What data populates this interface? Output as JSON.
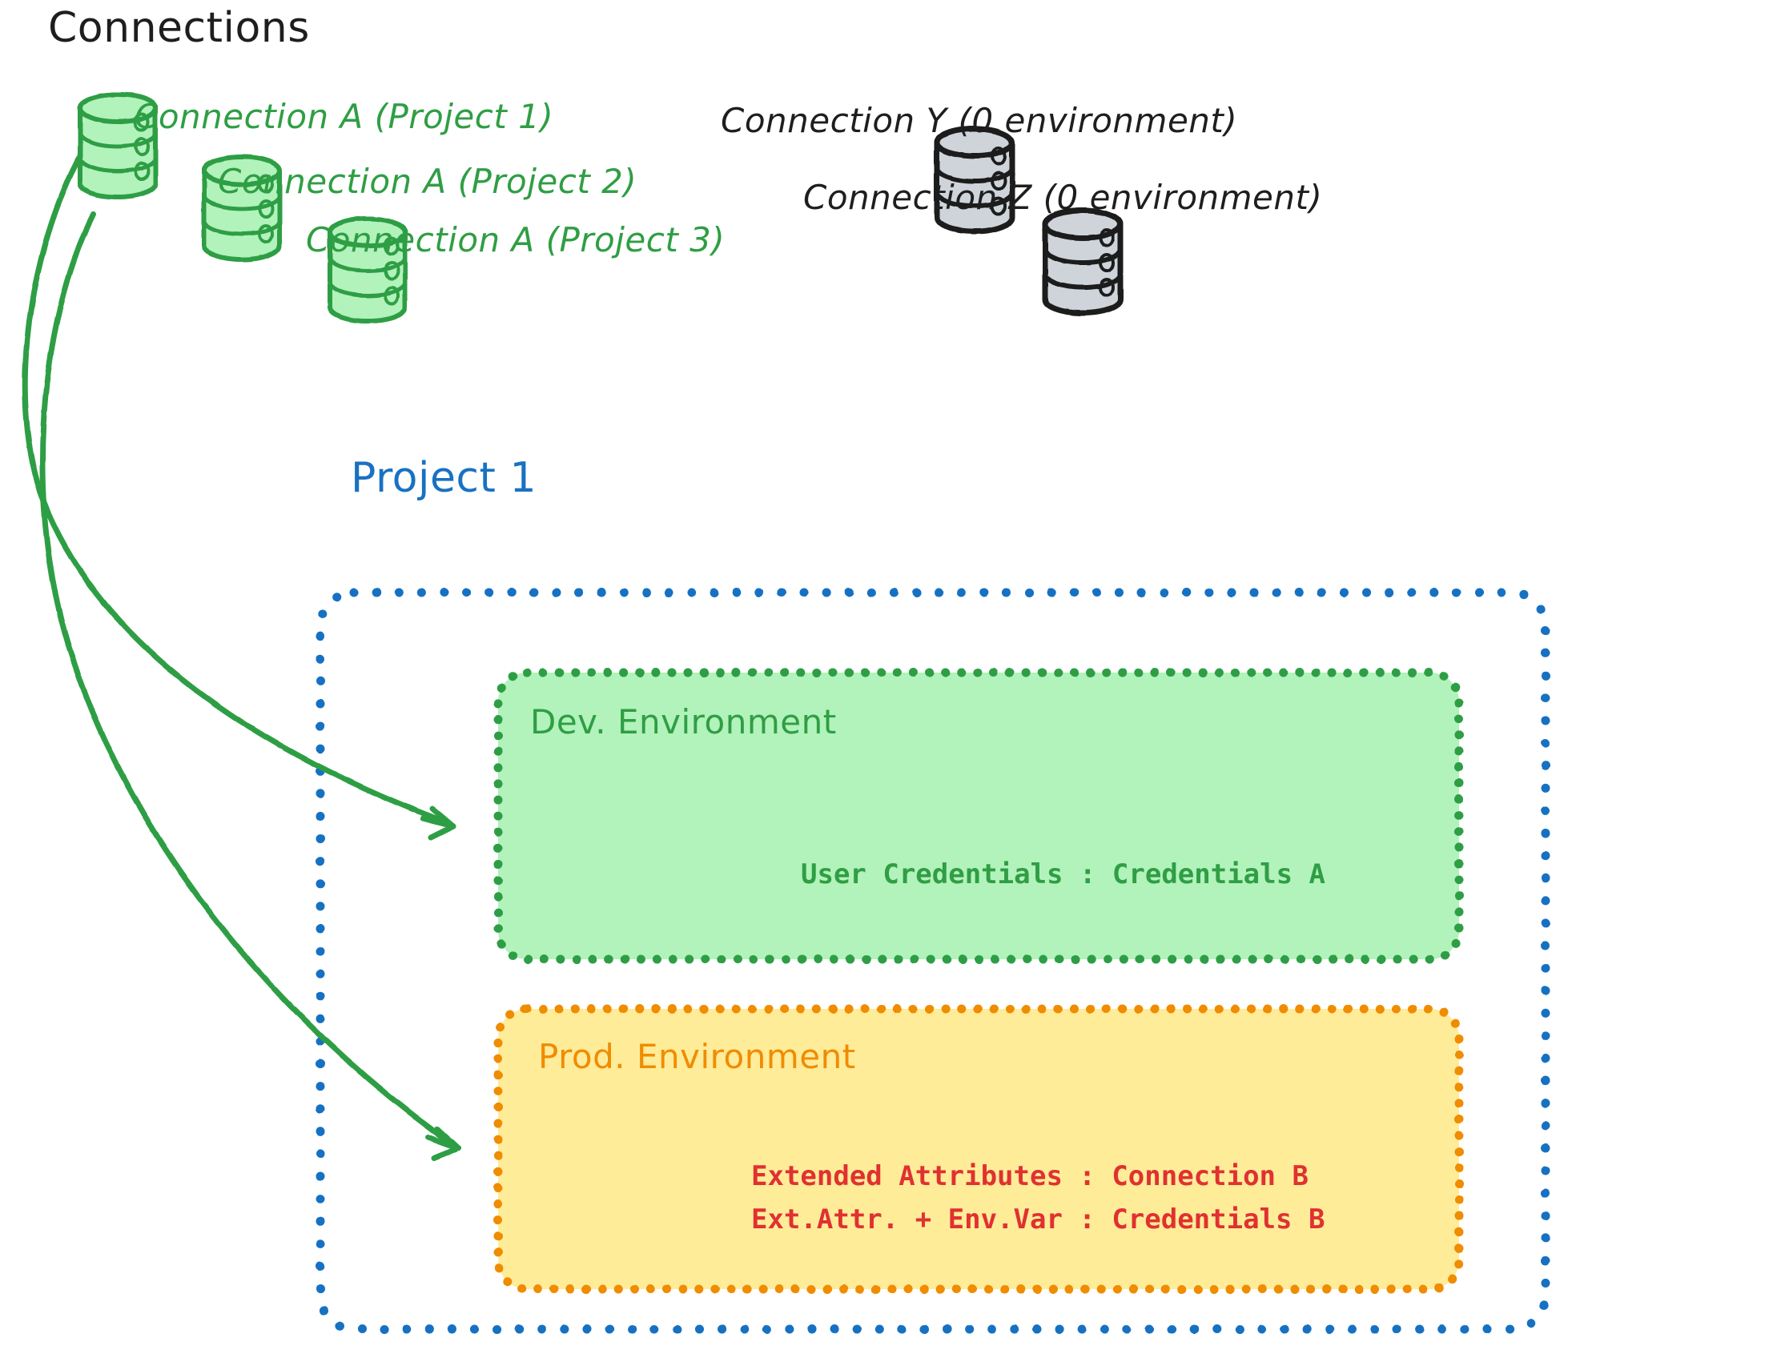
{
  "diagram": {
    "title": "Connections",
    "colors": {
      "ink": "#1e1e1e",
      "green": "#2f9e44",
      "green_fill": "#b2f2bb",
      "blue": "#1971c2",
      "orange": "#f08c00",
      "yellow_fill": "#ffec99",
      "red": "#e03131",
      "gray_fill": "#ced4da",
      "gray_stroke": "#1e1e1e",
      "background": "#ffffff"
    },
    "connections": [
      {
        "id": "a1",
        "label": "Connection A (Project 1)",
        "color": "green",
        "icon": "database-cylinder-icon"
      },
      {
        "id": "a2",
        "label": "Connection A (Project 2)",
        "color": "green",
        "icon": "database-cylinder-icon"
      },
      {
        "id": "a3",
        "label": "Connection A (Project 3)",
        "color": "green",
        "icon": "database-cylinder-icon"
      },
      {
        "id": "y",
        "label": "Connection Y (0 environment)",
        "color": "dark",
        "icon": "database-cylinder-icon"
      },
      {
        "id": "z",
        "label": "Connection Z (0 environment)",
        "color": "dark",
        "icon": "database-cylinder-icon"
      }
    ],
    "project": {
      "title": "Project 1",
      "environments": [
        {
          "id": "dev",
          "title": "Dev. Environment",
          "entries": [
            "User Credentials : Credentials A"
          ]
        },
        {
          "id": "prod",
          "title": "Prod. Environment",
          "entries": [
            "Extended Attributes : Connection B",
            "Ext.Attr. + Env.Var : Credentials B"
          ]
        }
      ]
    },
    "arrows": [
      {
        "id": "arrow-to-dev",
        "from": "Connection A (Project 1)",
        "to": "Dev. Environment",
        "color": "green"
      },
      {
        "id": "arrow-to-prod",
        "from": "Connection A (Project 1)",
        "to": "Prod. Environment",
        "color": "green"
      }
    ]
  }
}
